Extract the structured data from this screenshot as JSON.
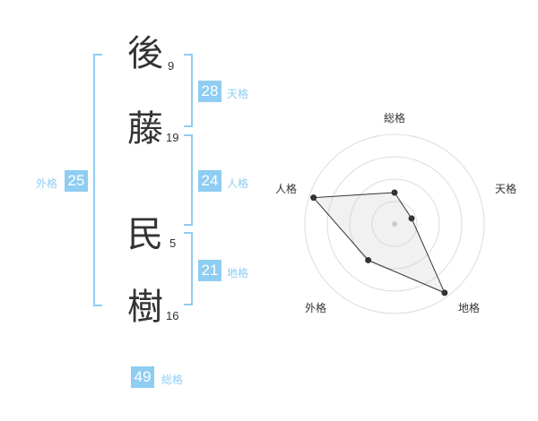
{
  "name": {
    "chars": [
      {
        "char": "後",
        "strokes": "9"
      },
      {
        "char": "藤",
        "strokes": "19"
      },
      {
        "char": "民",
        "strokes": "5"
      },
      {
        "char": "樹",
        "strokes": "16"
      }
    ]
  },
  "kaku": {
    "tenkaku": {
      "value": "28",
      "label": "天格"
    },
    "jinkaku": {
      "value": "24",
      "label": "人格"
    },
    "chikaku": {
      "value": "21",
      "label": "地格"
    },
    "gaikaku": {
      "value": "25",
      "label": "外格"
    },
    "soukaku": {
      "value": "49",
      "label": "総格"
    }
  },
  "chart_data": {
    "type": "radar",
    "axes": [
      "総格",
      "天格",
      "地格",
      "外格",
      "人格"
    ],
    "values": [
      0.35,
      0.2,
      0.95,
      0.5,
      0.95
    ],
    "max": 1,
    "rings": 4,
    "accent": "#8fcdf2"
  }
}
